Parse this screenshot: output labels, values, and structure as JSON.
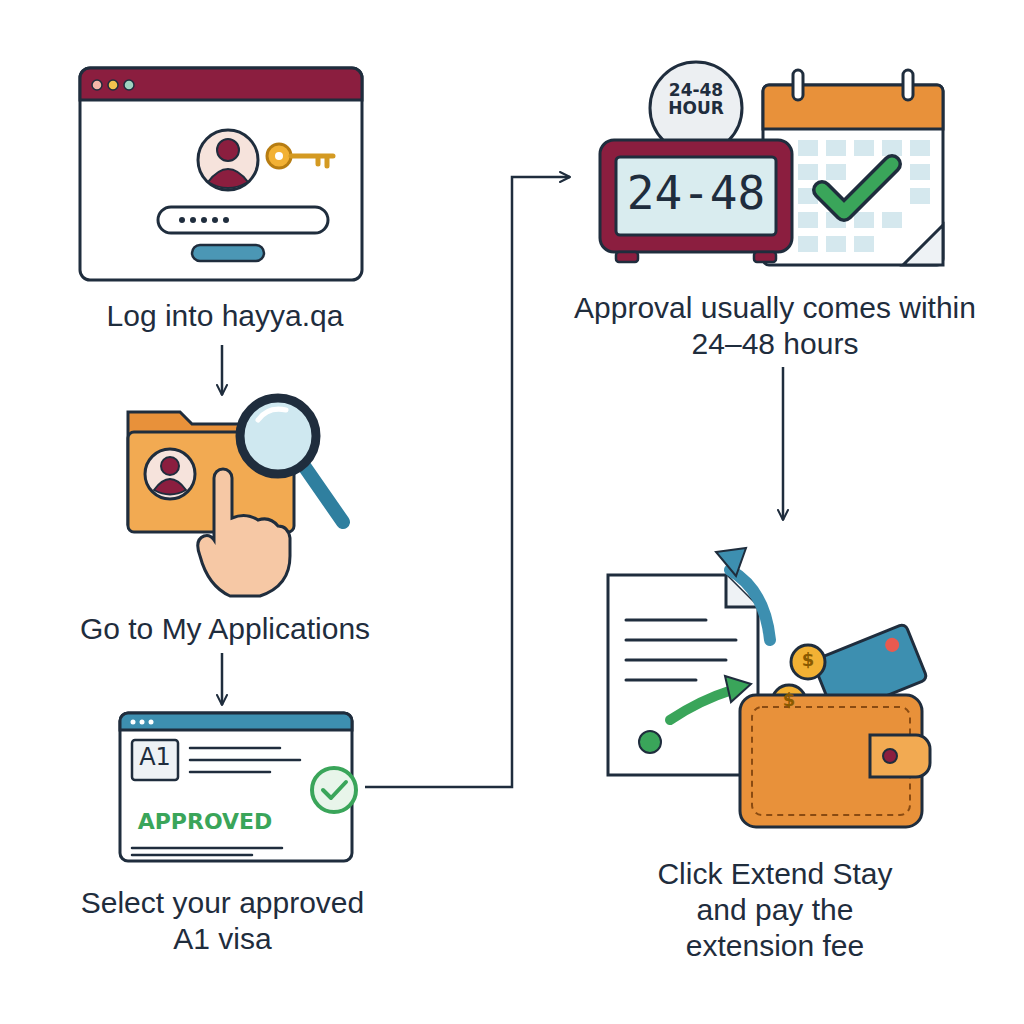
{
  "diagram": {
    "nodes": [
      {
        "text": [
          "Log into hayya.qa"
        ]
      },
      {
        "text": [
          "Go to My Applications"
        ]
      },
      {
        "text": [
          "Select your approved A1 visa"
        ]
      },
      {
        "text": [
          "Approval usually comes within 24–48 hours"
        ]
      },
      {
        "text": [
          "Click Extend Stay and pay the extension fee"
        ]
      }
    ],
    "edges": [
      {
        "from": 0,
        "to": 1,
        "arrow": "to"
      },
      {
        "from": 1,
        "to": 2,
        "arrow": "to"
      },
      {
        "from": 2,
        "to": 3,
        "arrow": "to"
      },
      {
        "from": 3,
        "to": 4,
        "arrow": "to"
      }
    ],
    "labels": [
      "24-48 HOUR",
      "24-48",
      "A1",
      "APPROVED",
      "$",
      "$"
    ]
  }
}
